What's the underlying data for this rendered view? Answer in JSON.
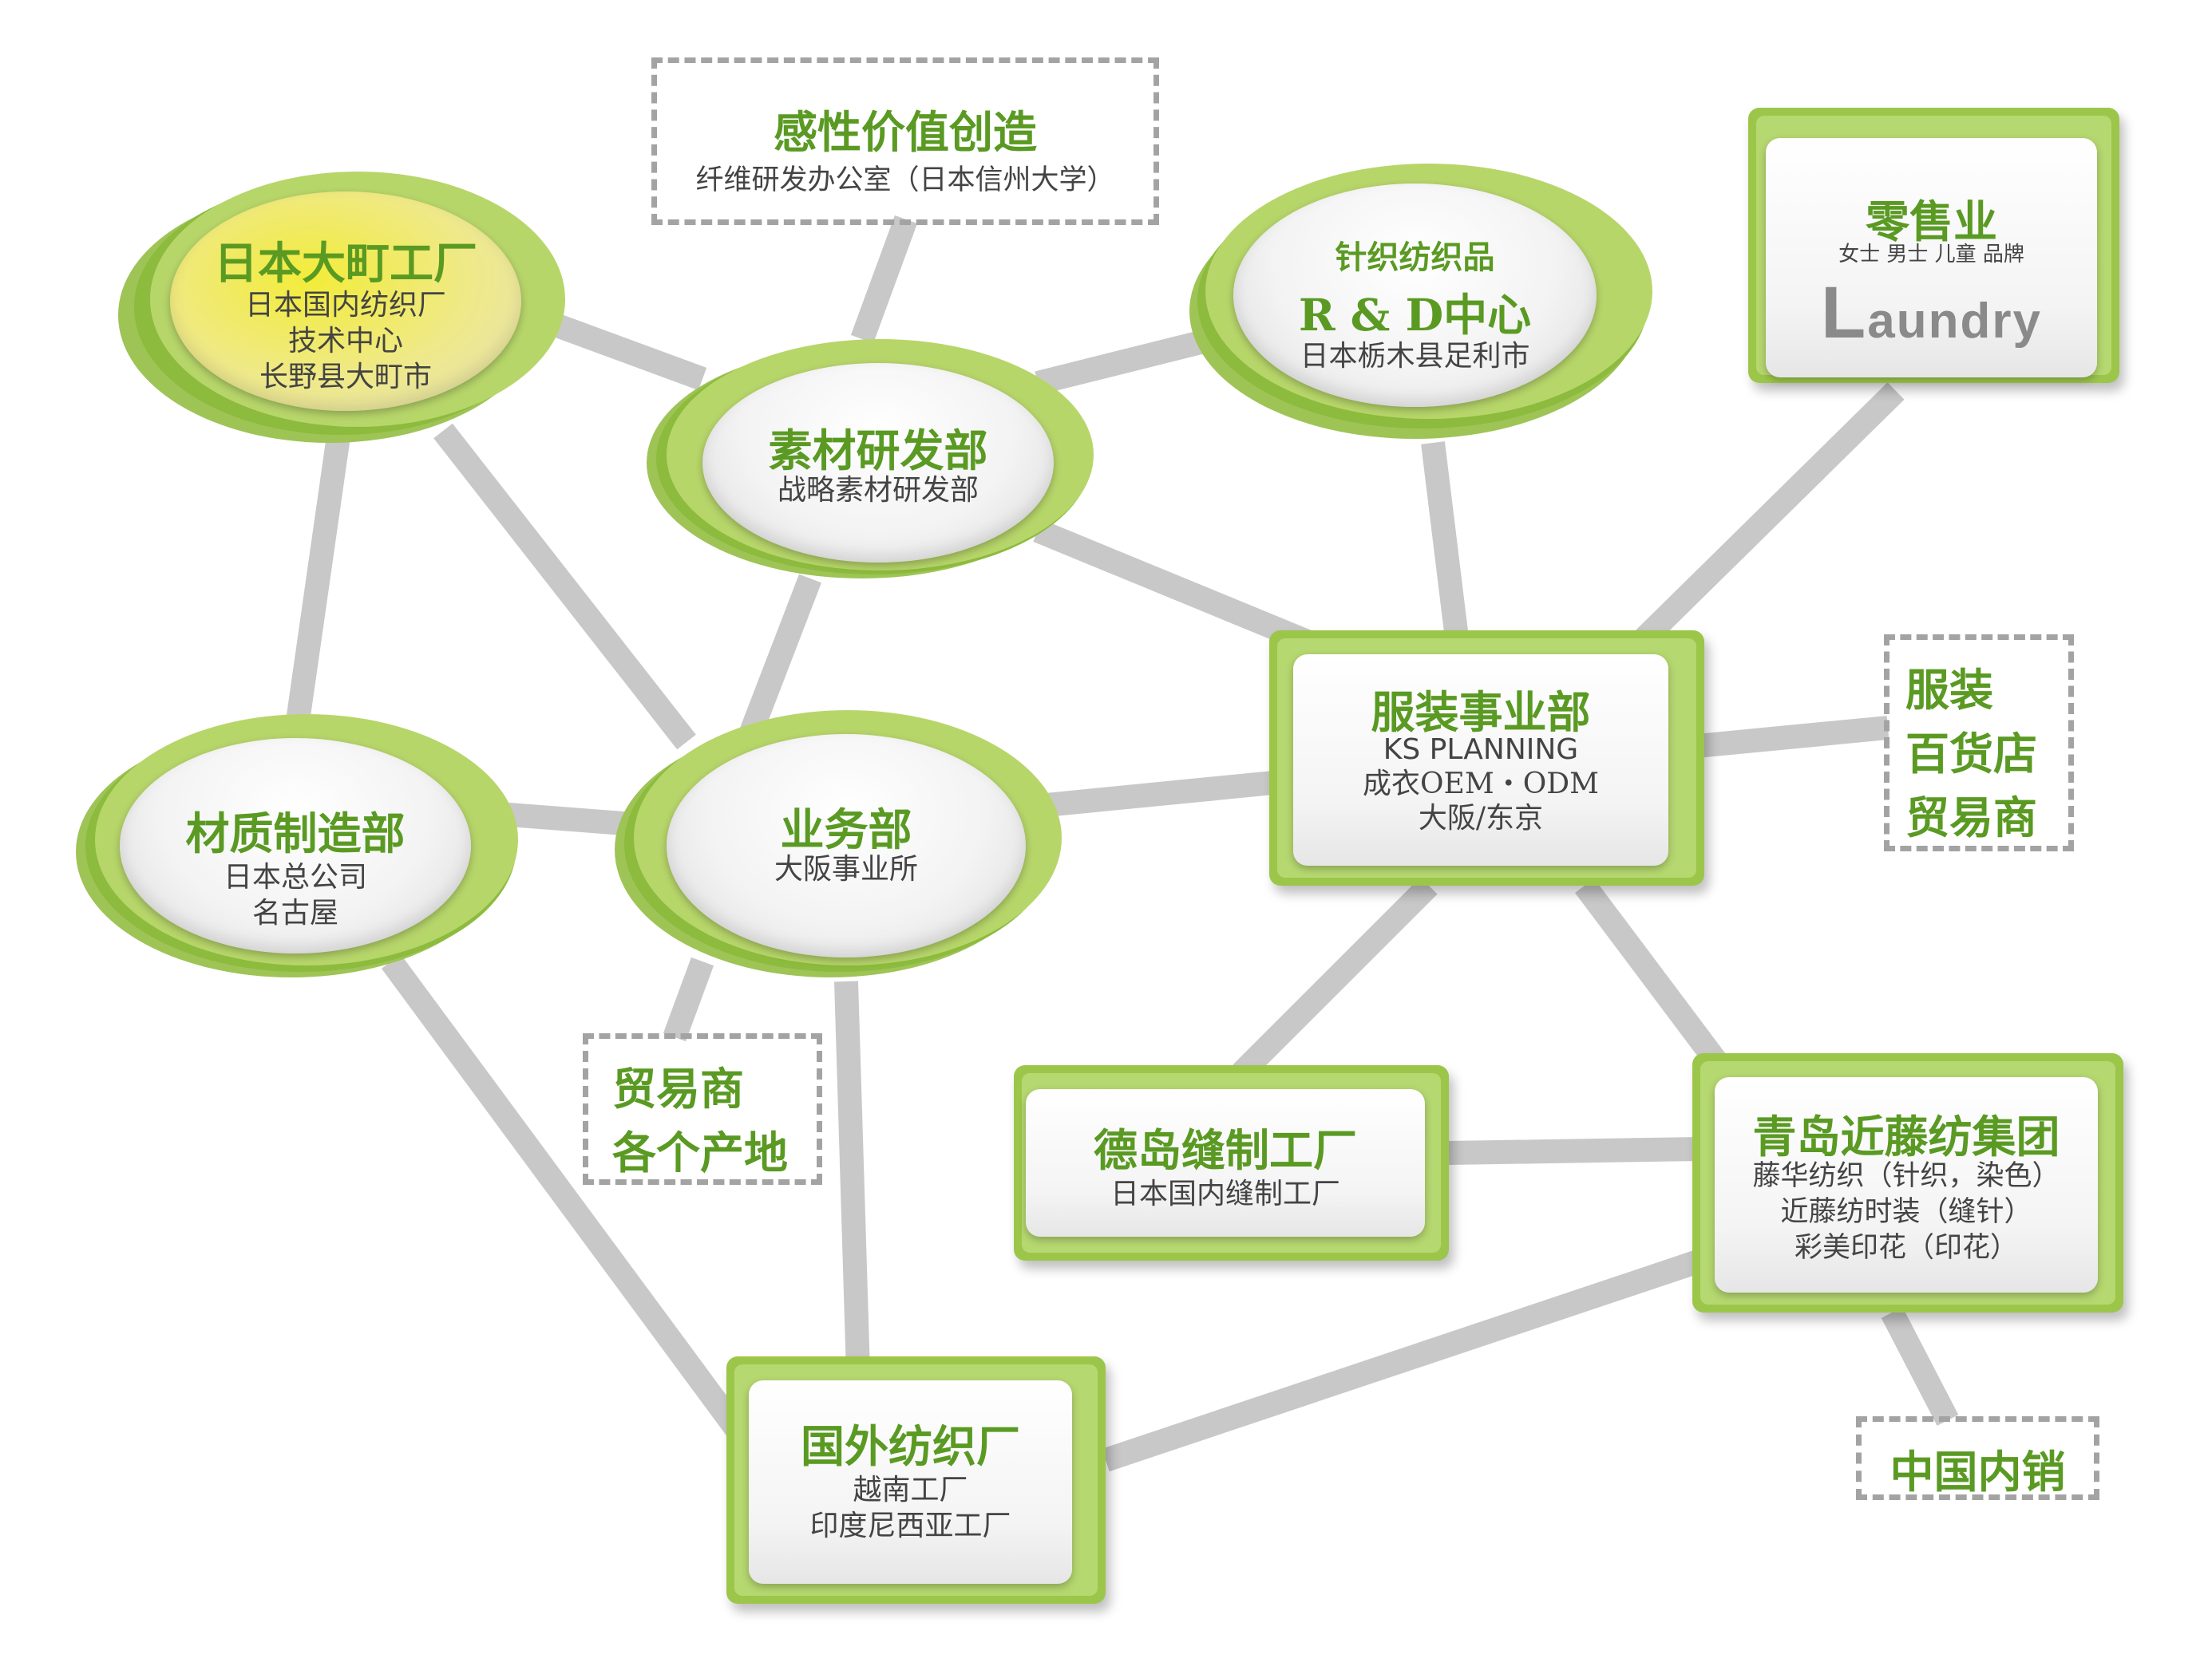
{
  "colors": {
    "accent_green": "#5a9a23",
    "frame_green": "#9cc64a",
    "connector_gray": "#c8c8c8",
    "dashed_gray": "#a3a3a3",
    "highlight_yellow": "#f2ec3a"
  },
  "nodes": {
    "ohmachi": {
      "title": "日本大町工厂",
      "lines": [
        "日本国内纺织厂",
        "技术中心",
        "长野县大町市"
      ]
    },
    "kansei": {
      "title": "感性价值创造",
      "lines": [
        "纤维研发办公室（日本信州大学）"
      ]
    },
    "material_rd": {
      "title": "素材研发部",
      "lines": [
        "战略素材研发部"
      ]
    },
    "knit_rd": {
      "title_top": "针织纺织品",
      "title": "R & D中心",
      "lines": [
        "日本栃木县足利市"
      ]
    },
    "retail": {
      "title": "零售业",
      "lines": [
        "女士 男士 儿童 品牌"
      ],
      "logo": "aundry",
      "logo_initial": "L"
    },
    "apparel": {
      "title": "服装事业部",
      "lines": [
        "KS PLANNING",
        "成衣OEM・ODM",
        "大阪/东京"
      ]
    },
    "apparel_outlets": {
      "lines": [
        "服装",
        "百货店",
        "贸易商"
      ]
    },
    "material_mfg": {
      "title": "材质制造部",
      "lines": [
        "日本总公司",
        "名古屋"
      ]
    },
    "sales": {
      "title": "业务部",
      "lines": [
        "大阪事业所"
      ]
    },
    "trade_origin": {
      "lines": [
        "贸易商",
        "各个产地"
      ]
    },
    "tokushima": {
      "title": "德岛缝制工厂",
      "lines": [
        "日本国内缝制工厂"
      ]
    },
    "qingdao": {
      "title": "青岛近藤纺集团",
      "lines": [
        "藤华纺织（针织，染色）",
        "近藤纺时装（缝针）",
        "彩美印花（印花）"
      ]
    },
    "china_sales": {
      "lines": [
        "中国内销"
      ]
    },
    "overseas": {
      "title": "国外纺织厂",
      "lines": [
        "越南工厂",
        "印度尼西亚工厂"
      ]
    }
  }
}
